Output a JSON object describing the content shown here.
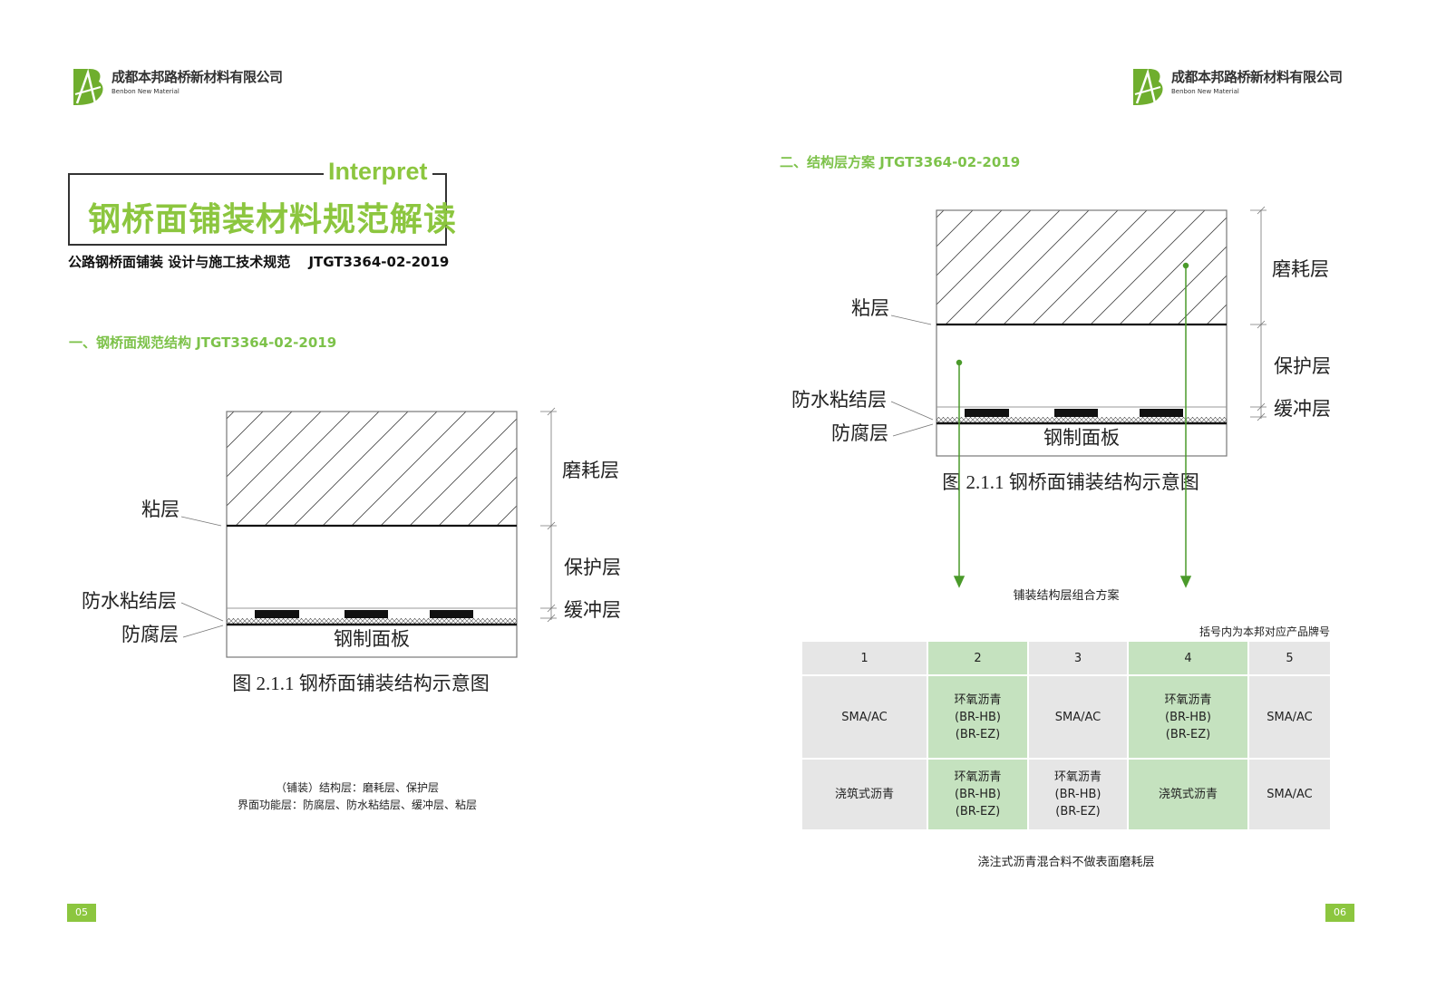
{
  "header": {
    "company_cn": "成都本邦路桥新材料有限公司",
    "company_en": "Benbon New Material"
  },
  "left_page": {
    "title_en": "Interpret",
    "title_cn": "钢桥面铺装材料规范解读",
    "subtitle": "公路钢桥面铺装 设计与施工技术规范　 JTGT3364-02-2019",
    "section_heading": "一、钢桥面规范结构 JTGT3364-02-2019",
    "notes": [
      "（铺装）结构层：磨耗层、保护层",
      "界面功能层：防腐层、防水粘结层、缓冲层、粘层"
    ],
    "page_number": "05"
  },
  "diagram": {
    "labels": {
      "tack": "粘层",
      "waterproof": "防水粘结层",
      "anticorrosion": "防腐层",
      "wear": "磨耗层",
      "protective": "保护层",
      "buffer": "缓冲层",
      "steel": "钢制面板"
    },
    "caption": "图  2.1.1 钢桥面铺装结构示意图"
  },
  "right_page": {
    "section_heading": "二、结构层方案 JTGT3364-02-2019",
    "table_title": "铺装结构层组合方案",
    "table_note": "括号内为本邦对应产品牌号",
    "table": {
      "headers": [
        "1",
        "2",
        "3",
        "4",
        "5"
      ],
      "rows": [
        [
          "SMA/AC",
          "环氧沥青\n(BR-HB)\n(BR-EZ)",
          "SMA/AC",
          "环氧沥青\n(BR-HB)\n(BR-EZ)",
          "SMA/AC"
        ],
        [
          "浇筑式沥青",
          "环氧沥青\n(BR-HB)\n(BR-EZ)",
          "环氧沥青\n(BR-HB)\n(BR-EZ)",
          "浇筑式沥青",
          "SMA/AC"
        ]
      ]
    },
    "footnote": "浇注式沥青混合料不做表面磨耗层",
    "page_number": "06"
  },
  "colors": {
    "accent": "#8cc63f",
    "heading": "#7dc24a",
    "arrow": "#4a9a2a",
    "cell_gray": "#e6e6e6",
    "cell_green": "#c5e2bf"
  }
}
